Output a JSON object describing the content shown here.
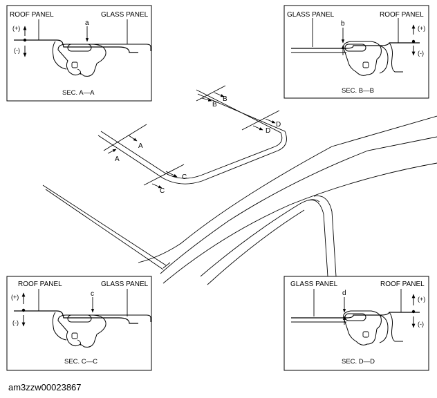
{
  "panels": {
    "aa": {
      "left_label": "ROOF PANEL",
      "right_label": "GLASS PANEL",
      "section": "SEC. A—A",
      "dimension": "a",
      "plus": "(+)",
      "minus": "(-)"
    },
    "bb": {
      "left_label": "GLASS PANEL",
      "right_label": "ROOF PANEL",
      "section": "SEC. B—B",
      "dimension": "b",
      "plus": "(+)",
      "minus": "(-)"
    },
    "cc": {
      "left_label": "ROOF PANEL",
      "right_label": "GLASS PANEL",
      "section": "SEC. C—C",
      "dimension": "c",
      "plus": "(+)",
      "minus": "(-)"
    },
    "dd": {
      "left_label": "GLASS PANEL",
      "right_label": "ROOF PANEL",
      "section": "SEC. D—D",
      "dimension": "d",
      "plus": "(+)",
      "minus": "(-)"
    }
  },
  "cut_labels": {
    "a": "A",
    "b": "B",
    "c": "C",
    "d": "D"
  },
  "document_id": "am3zzw00023867"
}
